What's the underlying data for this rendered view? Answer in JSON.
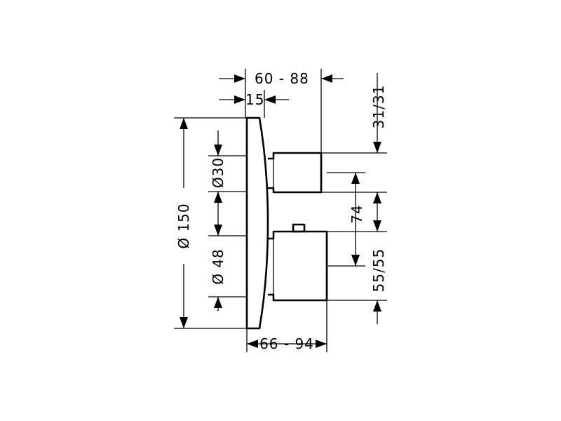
{
  "diagram": {
    "dimensions": {
      "top_width": "60 - 88",
      "plate_depth": "15",
      "top_offset": "31/31",
      "total_height": "Ø 150",
      "upper_diameter": "Ø30",
      "lower_diameter": "Ø 48",
      "spacing": "74",
      "lower_offset": "55/55",
      "bottom_width": "66 - 94"
    }
  }
}
